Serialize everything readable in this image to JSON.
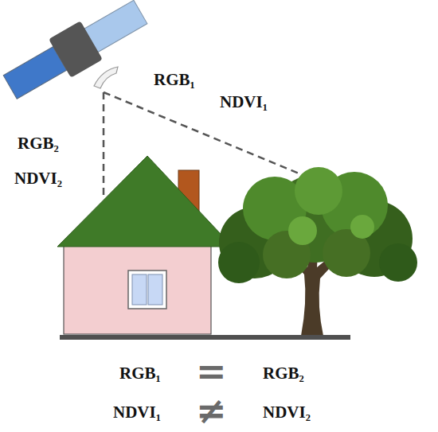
{
  "diagram": {
    "labels": [
      "RGB₁",
      "NDVI₁",
      "RGB₂",
      "NDVI₂",
      "RGB₁",
      "=",
      "RGB₂",
      "NDVI₁",
      "≠",
      "NDVI₂"
    ]
  }
}
